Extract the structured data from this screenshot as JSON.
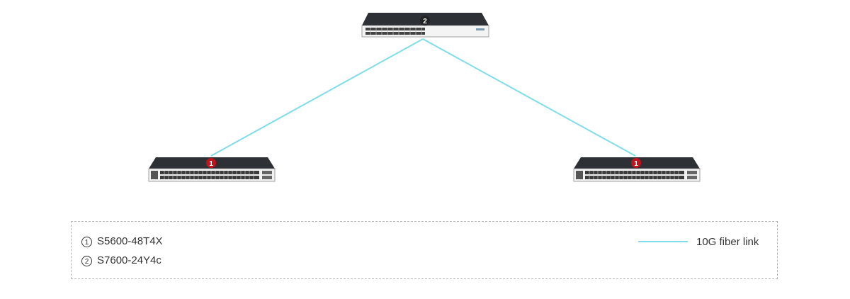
{
  "colors": {
    "link": "#7fdde8",
    "badge_edge": "#c0141c",
    "badge_core": "#222222",
    "switch_body": "#2b2f33",
    "switch_front": "#f2f2f2"
  },
  "devices": {
    "core": {
      "badge": "2"
    },
    "access_left": {
      "badge": "1"
    },
    "access_right": {
      "badge": "1"
    }
  },
  "legend": {
    "items": [
      {
        "num": "1",
        "label": "S5600-48T4X"
      },
      {
        "num": "2",
        "label": "S7600-24Y4c"
      }
    ],
    "link_label": "10G fiber link"
  }
}
